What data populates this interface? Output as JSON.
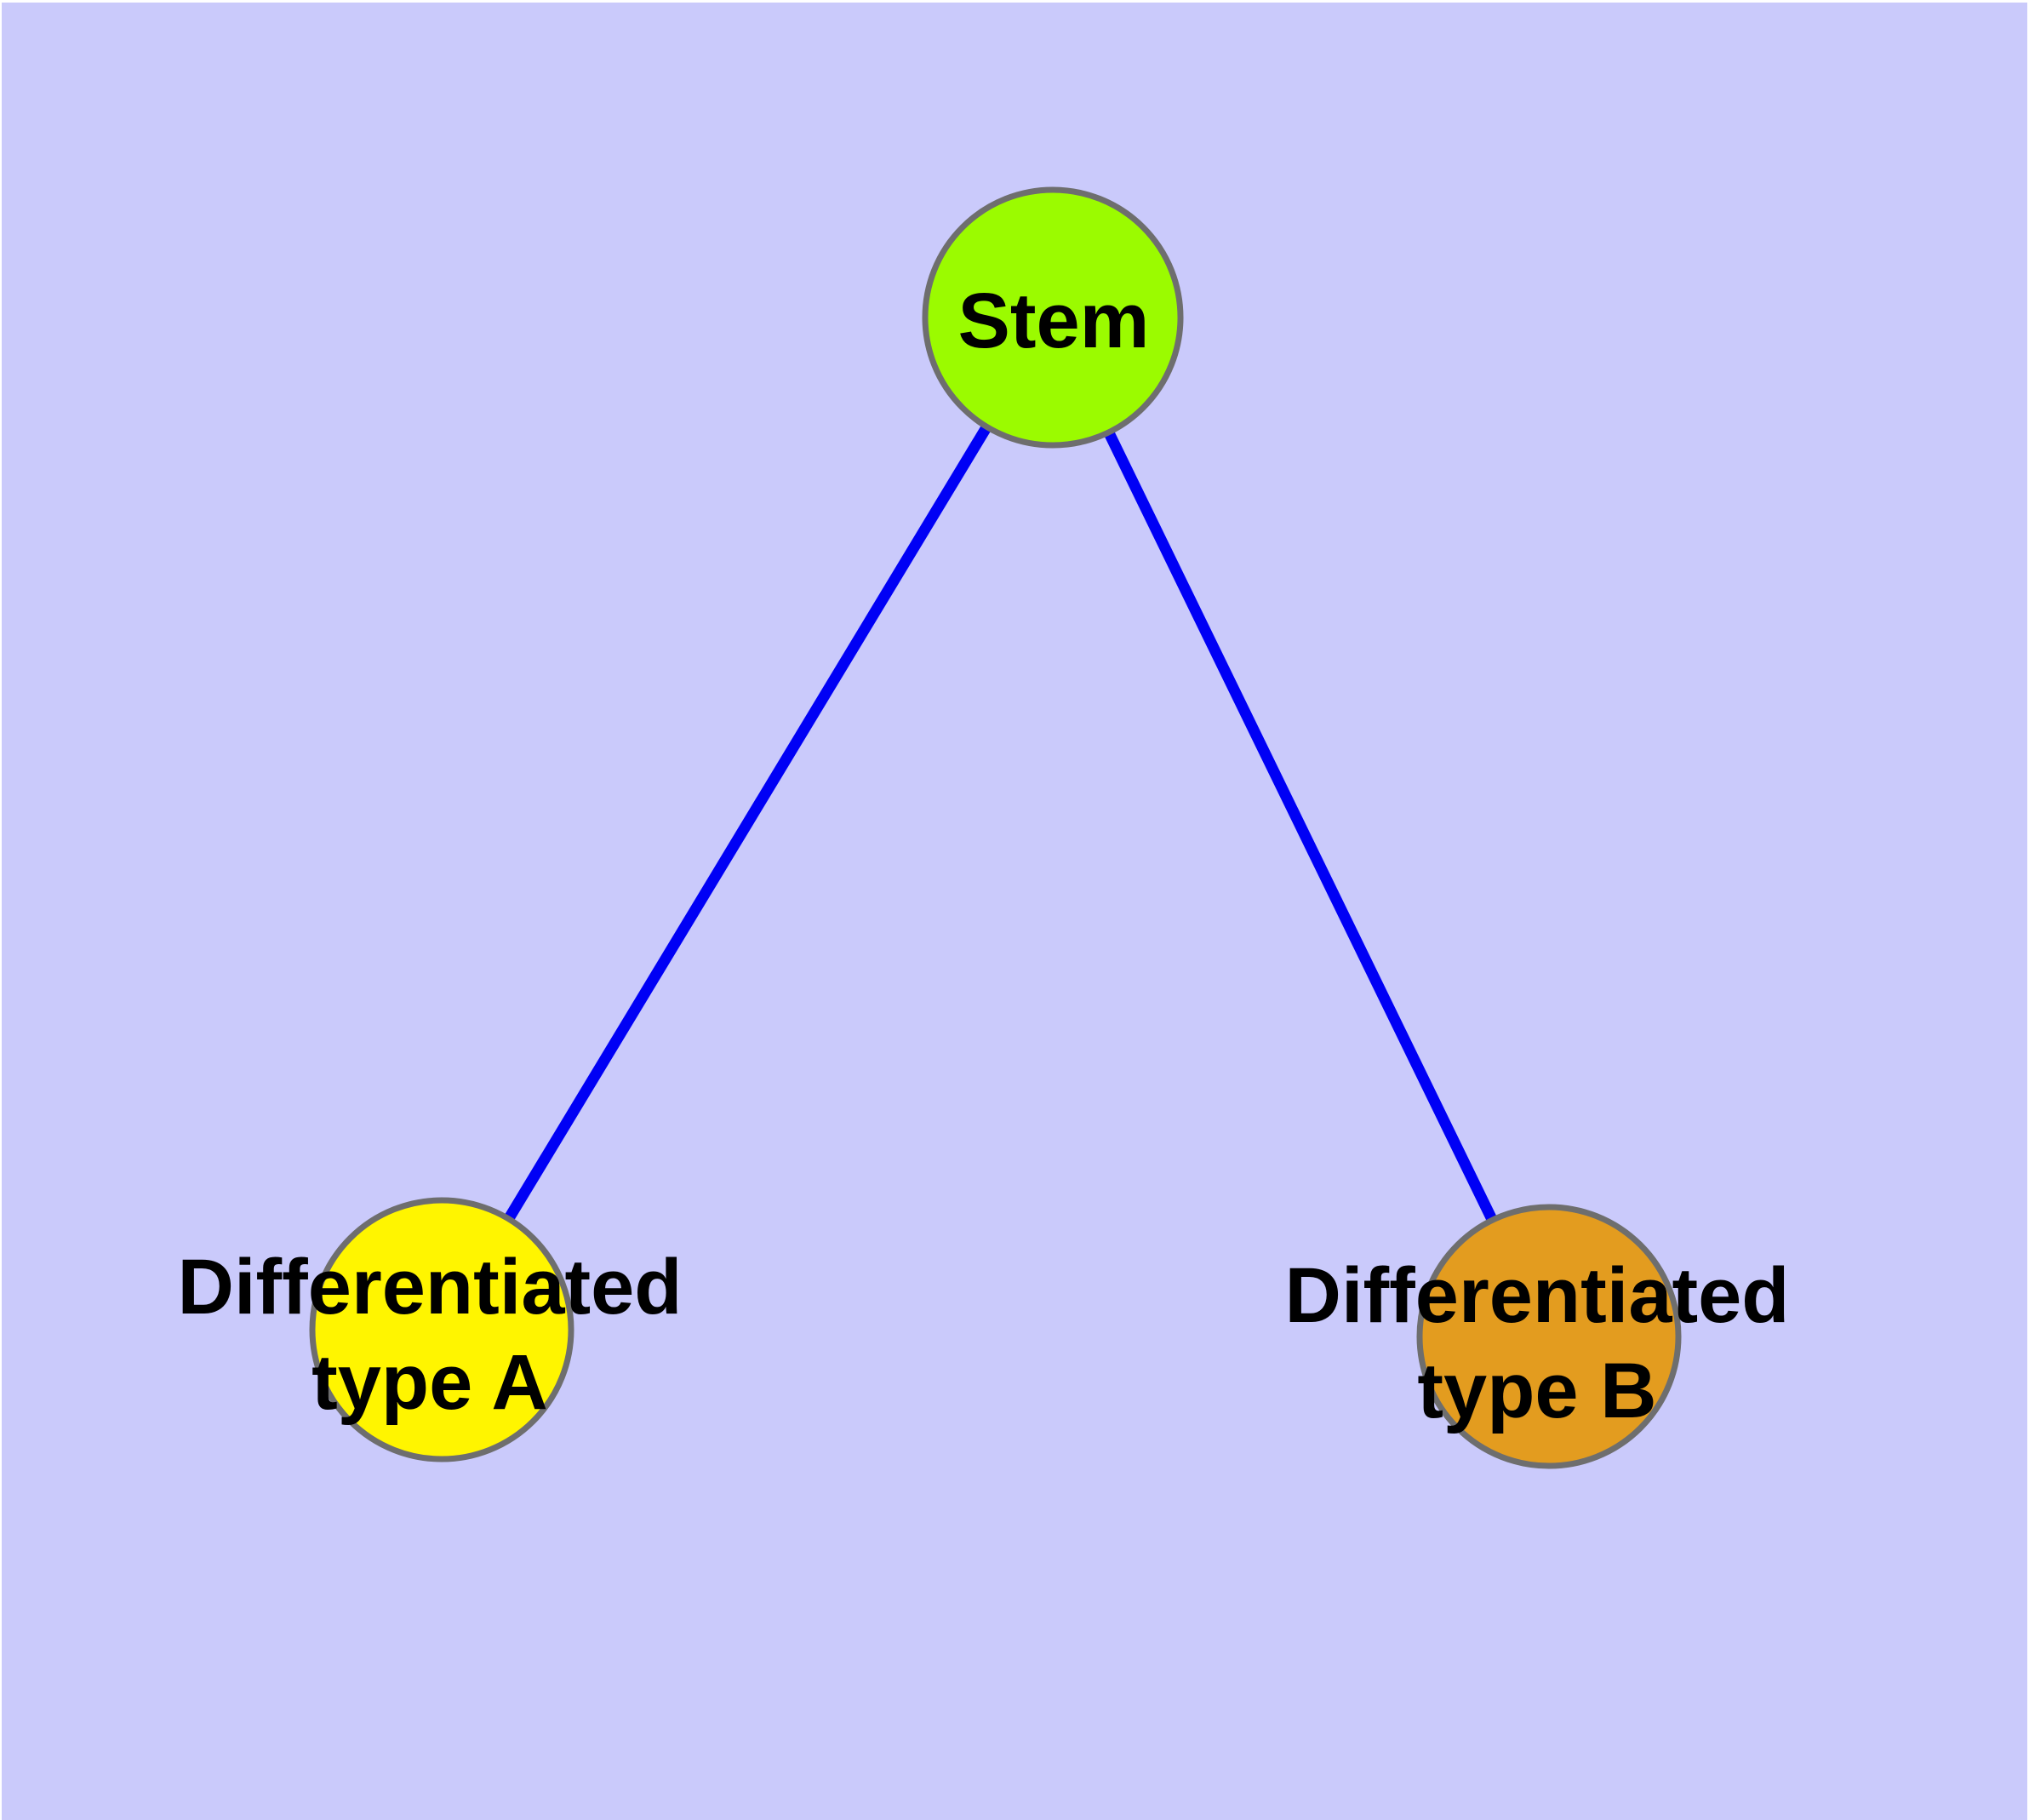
{
  "diagram": {
    "background_color": "#CACAFB",
    "edge_color": "#0000F5",
    "node_border_color": "#6E6E6E",
    "label_color": "#000000",
    "nodes": {
      "stem": {
        "label_lines": [
          "Stem"
        ],
        "color": "#9BFB00"
      },
      "type_a": {
        "label_lines": [
          "Differentiated",
          "type A"
        ],
        "color": "#FFF500"
      },
      "type_b": {
        "label_lines": [
          "Differentiated",
          "type B"
        ],
        "color": "#E39C1F"
      }
    },
    "edges": [
      {
        "from": "Stem",
        "to": "Differentiated type A"
      },
      {
        "from": "Stem",
        "to": "Differentiated type B"
      }
    ]
  }
}
